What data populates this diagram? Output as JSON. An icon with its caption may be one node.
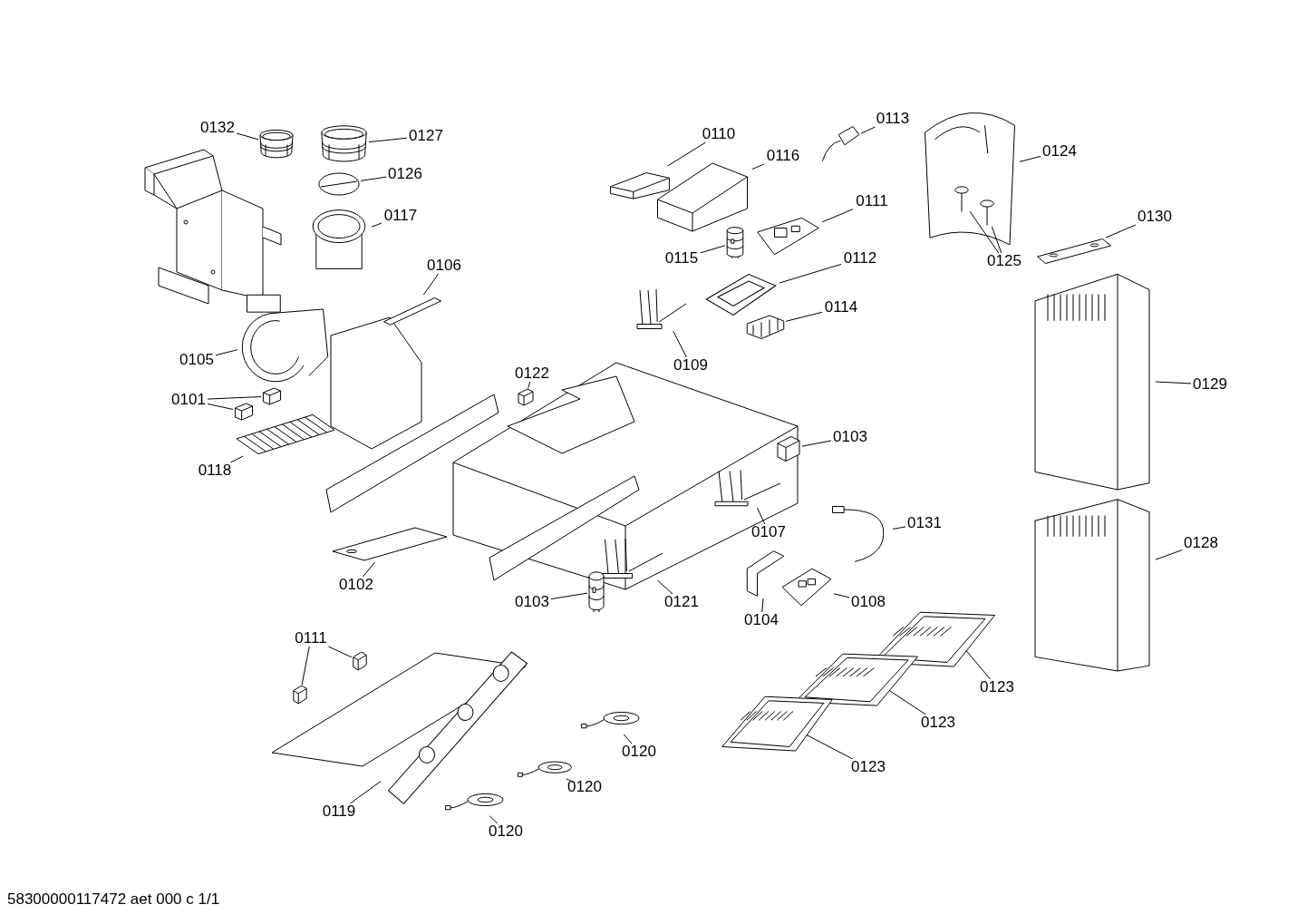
{
  "diagram": {
    "nodes": [
      {
        "text": [
          "0132"
        ]
      },
      {
        "text": [],
        "shape": "picture"
      },
      {
        "text": [
          "0127"
        ]
      },
      {
        "text": [],
        "shape": "picture"
      },
      {
        "text": [
          "0126"
        ]
      },
      {
        "text": [],
        "shape": "picture"
      },
      {
        "text": [
          "0117"
        ]
      },
      {
        "text": [],
        "shape": "picture"
      },
      {
        "text": [
          "0110"
        ]
      },
      {
        "text": [],
        "shape": "picture"
      },
      {
        "text": [
          "0113"
        ]
      },
      {
        "text": [],
        "shape": "picture"
      },
      {
        "text": [
          "0116"
        ]
      },
      {
        "text": [],
        "shape": "picture"
      },
      {
        "text": [
          "0124"
        ]
      },
      {
        "text": [],
        "shape": "picture"
      },
      {
        "text": [
          "0111"
        ]
      },
      {
        "text": [],
        "shape": "picture"
      },
      {
        "text": [
          "0130"
        ]
      },
      {
        "text": [],
        "shape": "picture"
      },
      {
        "text": [
          "0115"
        ]
      },
      {
        "text": [],
        "shape": "picture"
      },
      {
        "text": [
          "0112"
        ]
      },
      {
        "text": [],
        "shape": "picture"
      },
      {
        "text": [
          "0125"
        ]
      },
      {
        "text": [],
        "shape": "picture",
        "in": 15
      },
      {
        "text": [],
        "shape": "picture",
        "in": 15
      },
      {
        "text": [
          "0106"
        ]
      },
      {
        "text": [],
        "shape": "picture"
      },
      {
        "text": [
          "0114"
        ]
      },
      {
        "text": [],
        "shape": "picture"
      },
      {
        "text": [
          "0105"
        ]
      },
      {
        "text": [],
        "shape": "picture"
      },
      {
        "text": [
          "0109"
        ]
      },
      {
        "text": [],
        "shape": "picture"
      },
      {
        "text": [
          "0122"
        ]
      },
      {
        "text": [],
        "shape": "picture"
      },
      {
        "text": [
          "0129"
        ]
      },
      {
        "text": [],
        "shape": "picture"
      },
      {
        "text": [
          "0101"
        ]
      },
      {
        "text": [],
        "shape": "picture"
      },
      {
        "text": [],
        "shape": "picture"
      },
      {
        "text": [
          "0103"
        ]
      },
      {
        "text": [],
        "shape": "picture"
      },
      {
        "text": [
          "0118"
        ]
      },
      {
        "text": [],
        "shape": "picture"
      },
      {
        "text": [
          "0131"
        ]
      },
      {
        "text": [],
        "shape": "picture"
      },
      {
        "text": [
          "0107"
        ]
      },
      {
        "text": [],
        "shape": "picture"
      },
      {
        "text": [
          "0128"
        ]
      },
      {
        "text": [],
        "shape": "picture"
      },
      {
        "text": [
          "0102"
        ]
      },
      {
        "text": [],
        "shape": "picture"
      },
      {
        "text": [
          "0121"
        ]
      },
      {
        "text": [],
        "shape": "picture"
      },
      {
        "text": [
          "0103"
        ]
      },
      {
        "text": [],
        "shape": "picture"
      },
      {
        "text": [
          "0108"
        ]
      },
      {
        "text": [],
        "shape": "picture"
      },
      {
        "text": [
          "0104"
        ]
      },
      {
        "text": [],
        "shape": "picture"
      },
      {
        "text": [
          "0111"
        ]
      },
      {
        "text": [],
        "shape": "picture"
      },
      {
        "text": [],
        "shape": "picture"
      },
      {
        "text": [
          "0123"
        ]
      },
      {
        "text": [],
        "shape": "picture"
      },
      {
        "text": [
          "0120"
        ]
      },
      {
        "text": [],
        "shape": "picture"
      },
      {
        "text": [
          "0123"
        ]
      },
      {
        "text": [],
        "shape": "picture"
      },
      {
        "text": [
          "0120"
        ]
      },
      {
        "text": [],
        "shape": "picture"
      },
      {
        "text": [
          "0123"
        ]
      },
      {
        "text": [],
        "shape": "picture"
      },
      {
        "text": [
          "0119"
        ]
      },
      {
        "text": [],
        "shape": "picture"
      },
      {
        "text": [
          "0120"
        ]
      },
      {
        "text": [],
        "shape": "picture"
      }
    ],
    "edges": [
      {
        "from": 0,
        "to": 1,
        "arrow": "none"
      },
      {
        "from": 2,
        "to": 3,
        "arrow": "none"
      },
      {
        "from": 4,
        "to": 5,
        "arrow": "none"
      },
      {
        "from": 6,
        "to": 7,
        "arrow": "none"
      },
      {
        "from": 8,
        "to": 9,
        "arrow": "none"
      },
      {
        "from": 10,
        "to": 11,
        "arrow": "none"
      },
      {
        "from": 12,
        "to": 13,
        "arrow": "none"
      },
      {
        "from": 14,
        "to": 15,
        "arrow": "none"
      },
      {
        "from": 16,
        "to": 17,
        "arrow": "none"
      },
      {
        "from": 18,
        "to": 19,
        "arrow": "none"
      },
      {
        "from": 20,
        "to": 21,
        "arrow": "none"
      },
      {
        "from": 22,
        "to": 23,
        "arrow": "none"
      },
      {
        "from": 24,
        "to": 25,
        "arrow": "none"
      },
      {
        "from": 24,
        "to": 26,
        "arrow": "none"
      },
      {
        "from": 27,
        "to": 28,
        "arrow": "none"
      },
      {
        "from": 29,
        "to": 30,
        "arrow": "none"
      },
      {
        "from": 31,
        "to": 32,
        "arrow": "none"
      },
      {
        "from": 33,
        "to": 34,
        "arrow": "none"
      },
      {
        "from": 35,
        "to": 36,
        "arrow": "none"
      },
      {
        "from": 37,
        "to": 38,
        "arrow": "none"
      },
      {
        "from": 39,
        "to": 40,
        "arrow": "none"
      },
      {
        "from": 39,
        "to": 41,
        "arrow": "none"
      },
      {
        "from": 42,
        "to": 43,
        "arrow": "none"
      },
      {
        "from": 44,
        "to": 45,
        "arrow": "none"
      },
      {
        "from": 46,
        "to": 47,
        "arrow": "none"
      },
      {
        "from": 48,
        "to": 49,
        "arrow": "none"
      },
      {
        "from": 50,
        "to": 51,
        "arrow": "none"
      },
      {
        "from": 52,
        "to": 53,
        "arrow": "none"
      },
      {
        "from": 54,
        "to": 55,
        "arrow": "none"
      },
      {
        "from": 56,
        "to": 57,
        "arrow": "none"
      },
      {
        "from": 58,
        "to": 59,
        "arrow": "none"
      },
      {
        "from": 60,
        "to": 61,
        "arrow": "none"
      },
      {
        "from": 62,
        "to": 63,
        "arrow": "none"
      },
      {
        "from": 62,
        "to": 64,
        "arrow": "none"
      },
      {
        "from": 65,
        "to": 66,
        "arrow": "none"
      },
      {
        "from": 67,
        "to": 68,
        "arrow": "none"
      },
      {
        "from": 69,
        "to": 70,
        "arrow": "none"
      },
      {
        "from": 71,
        "to": 72,
        "arrow": "none"
      },
      {
        "from": 73,
        "to": 74,
        "arrow": "none"
      },
      {
        "from": 75,
        "to": 76,
        "arrow": "none"
      },
      {
        "from": 77,
        "to": 78,
        "arrow": "none"
      }
    ],
    "labels": [
      "58300000117472 aet 000 c 1/1"
    ]
  }
}
